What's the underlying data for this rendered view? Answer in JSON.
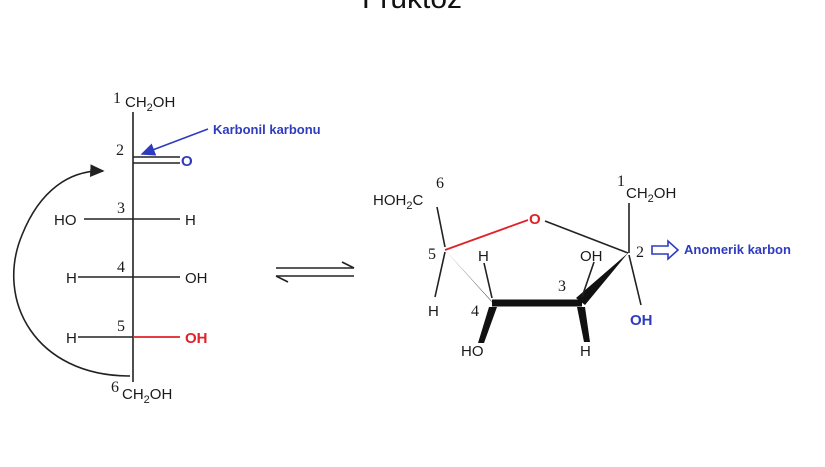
{
  "header_fragment": "Früktoz",
  "colors": {
    "blue": "#2e3bbf",
    "red": "#e0222a",
    "ink": "#1a1a1a"
  },
  "fischer": {
    "c1_num": "1",
    "c1_group_a": "CH",
    "c1_sub": "2",
    "c1_group_b": "OH",
    "c2_num": "2",
    "c2_o": "O",
    "c3_num": "3",
    "c3_left": "HO",
    "c3_right": "H",
    "c4_num": "4",
    "c4_left": "H",
    "c4_right": "OH",
    "c5_num": "5",
    "c5_left": "H",
    "c5_right": "OH",
    "c6_num": "6",
    "c6_group_a": "CH",
    "c6_sub": "2",
    "c6_group_b": "OH",
    "carbonyl_label": "Karbonil karbonu"
  },
  "ring": {
    "c6_num": "6",
    "c6_group_a": "HOH",
    "c6_sub": "2",
    "c6_group_b": "C",
    "o_ring": "O",
    "c1_num": "1",
    "c1_group_a": "CH",
    "c1_sub": "2",
    "c1_group_b": "OH",
    "c5_num": "5",
    "c5_h": "H",
    "c4_num": "4",
    "c4_h_up": "H",
    "c4_ho": "HO",
    "c3_num": "3",
    "c3_oh": "OH",
    "c3_h": "H",
    "c2_num": "2",
    "c2_oh": "OH",
    "anomeric_label": "Anomerik karbon"
  }
}
